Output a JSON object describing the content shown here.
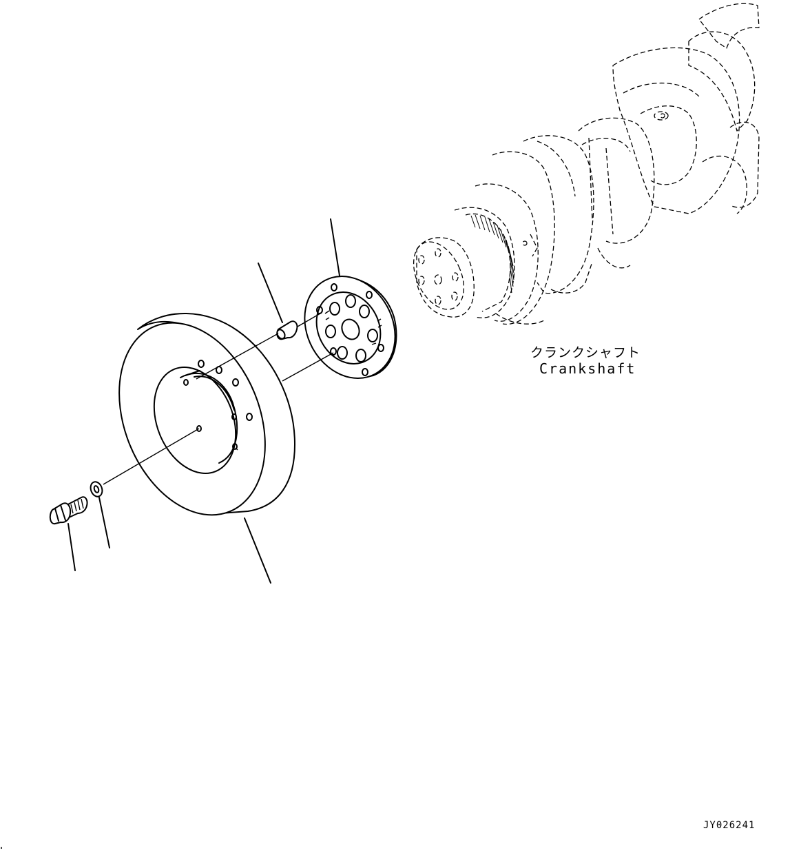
{
  "crankshaft_label": {
    "japanese": "クランクシャフト",
    "english": "Crankshaft"
  },
  "drawing_id": "JY026241"
}
